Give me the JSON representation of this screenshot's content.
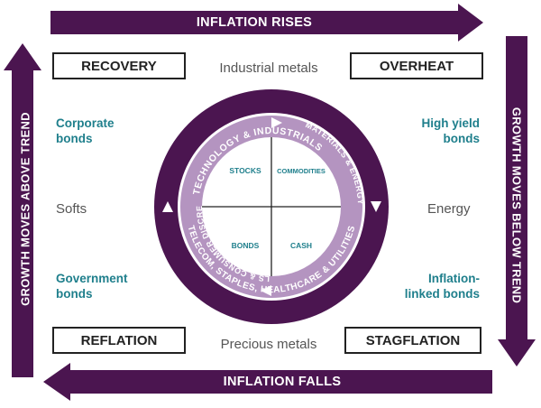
{
  "arrows": {
    "top": "INFLATION RISES",
    "bottom": "INFLATION FALLS",
    "left": "GROWTH MOVES ABOVE TREND",
    "right": "GROWTH MOVES BELOW TREND"
  },
  "phases": {
    "recovery": "RECOVERY",
    "overheat": "OVERHEAT",
    "reflation": "REFLATION",
    "stagflation": "STAGFLATION"
  },
  "assets": {
    "industrial_metals": "Industrial metals",
    "precious_metals": "Precious metals",
    "softs": "Softs",
    "energy": "Energy",
    "corporate_bonds": [
      "Corporate",
      "bonds"
    ],
    "government_bonds": [
      "Government",
      "bonds"
    ],
    "high_yield_bonds": [
      "High yield",
      "bonds"
    ],
    "inflation_linked_bonds": [
      "Inflation-",
      "linked bonds"
    ]
  },
  "wheel": {
    "ring_top": "TECHNOLOGY & INDUSTRIALS",
    "ring_right": "MATERIALS & ENERGY",
    "ring_bottom": "TELECOM, STAPLES, HEALTHCARE & UTILITIES",
    "ring_left": "FINANCIALS & CONSUMER DISCRETIONARY",
    "quadrants": {
      "top_left": "STOCKS",
      "top_right": "COMMODITIES",
      "bottom_left": "BONDS",
      "bottom_right": "CASH"
    }
  },
  "colors": {
    "purple": "#4b1550",
    "ring_light": "#b494c0",
    "teal": "#1f7f8c"
  }
}
